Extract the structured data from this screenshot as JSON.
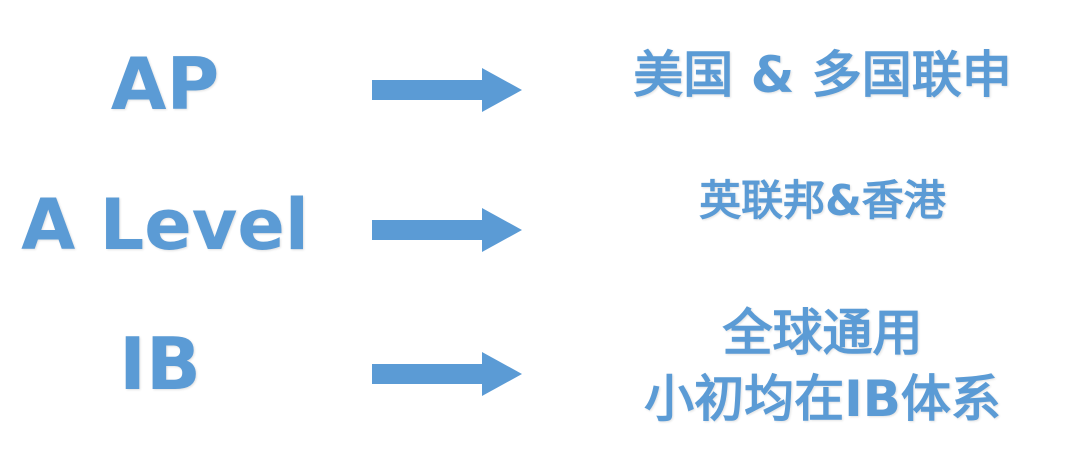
{
  "rows": [
    {
      "exam": "AP",
      "region": "美国 & 多国联申"
    },
    {
      "exam": "A Level",
      "region": "英联邦&香港"
    },
    {
      "exam": "IB",
      "region_line1": "全球通用",
      "region_line2": "小初均在IB体系"
    }
  ],
  "colors": {
    "text": "#5b9bd5",
    "arrow": "#5b9bd5"
  }
}
